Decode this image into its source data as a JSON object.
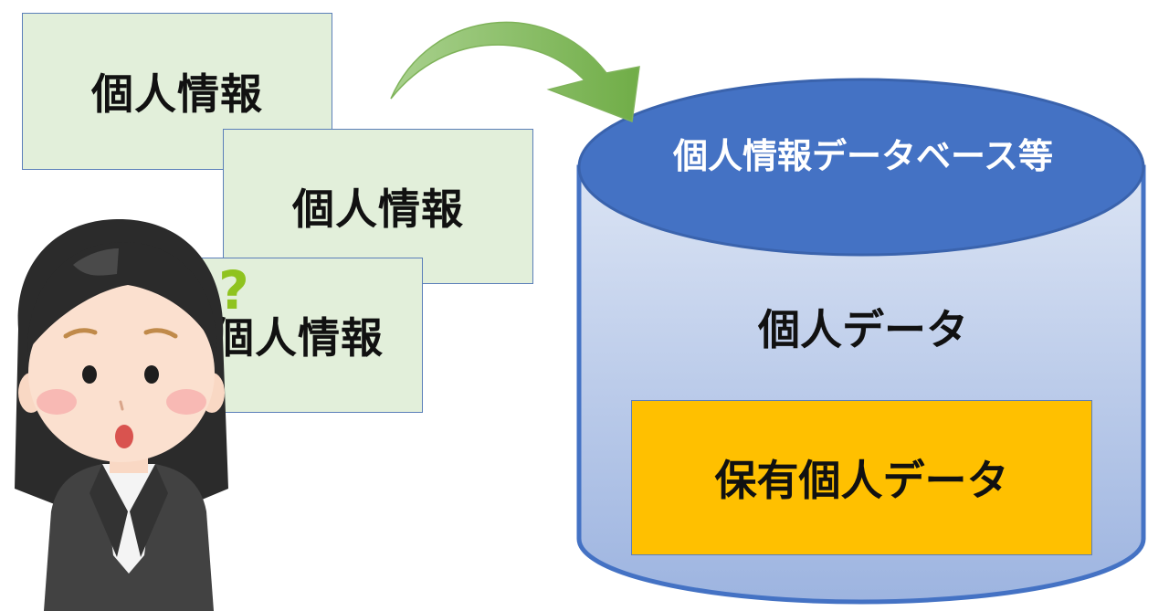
{
  "cards": [
    {
      "label": "個人情報"
    },
    {
      "label": "個人情報"
    },
    {
      "label": "個人情報"
    }
  ],
  "database": {
    "title": "個人情報データベース等",
    "body": "個人データ",
    "retained": "保有個人データ"
  },
  "person": {
    "thought_mark": "?"
  },
  "colors": {
    "card_fill": "#e2efda",
    "border": "#5b7fb9",
    "db_top": "#4472c4",
    "db_body_top": "#dbe4f4",
    "db_body_bottom": "#9db4e0",
    "retained_fill": "#ffc000",
    "arrow": "#8dc26f",
    "question_mark": "#8fc31f"
  }
}
